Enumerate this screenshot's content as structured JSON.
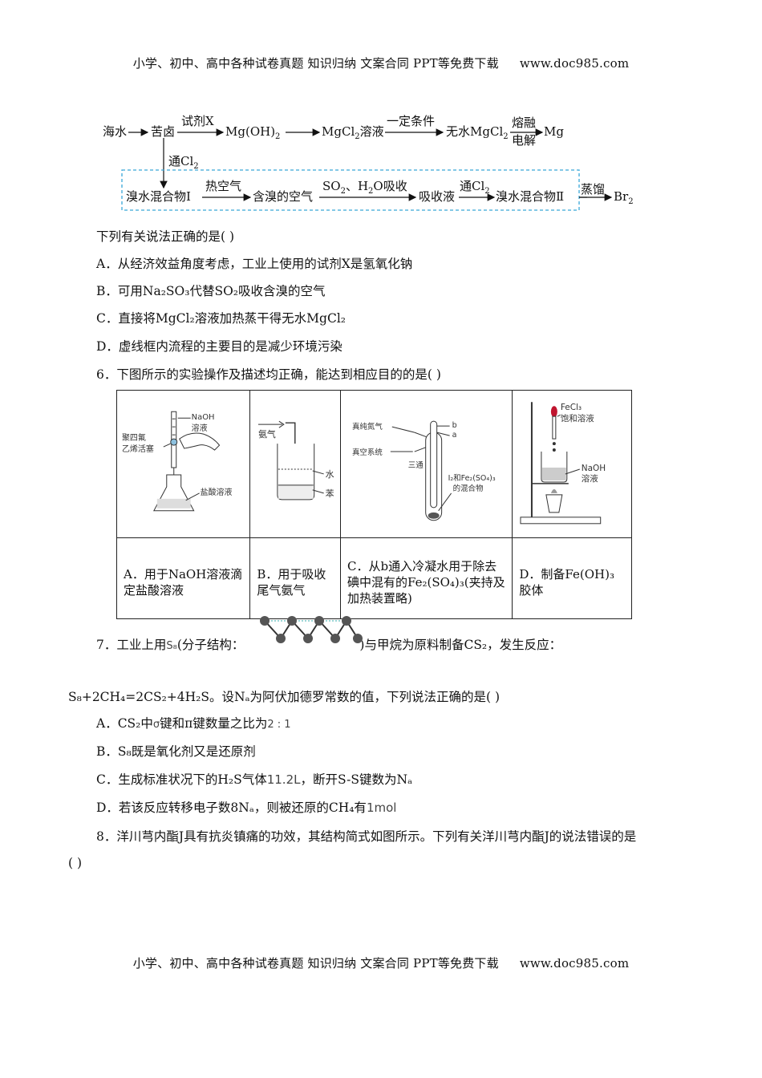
{
  "header": {
    "left": "小学、初中、高中各种试卷真题  知识归纳  文案合同  PPT等免费下载",
    "right": "www.doc985.com"
  },
  "footer": {
    "left": "小学、初中、高中各种试卷真题  知识归纳  文案合同  PPT等免费下载",
    "right": "www.doc985.com"
  },
  "flowchart": {
    "seawater": "海水",
    "bittern": "苦卤",
    "reagent_x": "试剂X",
    "mgoh2": "Mg(OH)",
    "mgoh2_sub": "2",
    "mgcl2_solution": "MgCl",
    "mgcl2_solution_sub": "2",
    "mgcl2_solution_tail": "溶液",
    "certain_conditions": "一定条件",
    "anhydrous_mgcl2": "无水MgCl",
    "anhydrous_mgcl2_sub": "2",
    "molten": "熔融",
    "electrolysis": "电解",
    "mg": "Mg",
    "pass_cl2": "通Cl",
    "pass_cl2_sub": "2",
    "bromine_mix_1": "溴水混合物Ⅰ",
    "hot_air": "热空气",
    "bromine_air": "含溴的空气",
    "so2_absorb": "SO",
    "so2_absorb_sub": "2",
    "so2_absorb_tail": "、H",
    "so2_absorb_sub2": "2",
    "so2_absorb_tail2": "O吸收",
    "absorbent": "吸收液",
    "pass_cl2_2": "通Cl",
    "pass_cl2_2_sub": "2",
    "bromine_mix_2": "溴水混合物Ⅱ",
    "distill": "蒸馏",
    "br2": "Br",
    "br2_sub": "2"
  },
  "q5": {
    "stem": "下列有关说法正确的是(    )",
    "options": [
      "A．从经济效益角度考虑，工业上使用的试剂X是氢氧化钠",
      "B．可用Na₂SO₃代替SO₂吸收含溴的空气",
      "C．直接将MgCl₂溶液加热蒸干得无水MgCl₂",
      "D．虚线框内流程的主要目的是减少环境污染"
    ]
  },
  "q6": {
    "stem": "6．下图所示的实验操作及描述均正确，能达到相应目的的是(    )",
    "figA": {
      "naoh": "NaOH",
      "solution": "溶液",
      "ptfe1": "聚四氟",
      "ptfe2": "乙烯活塞",
      "hcl": "盐酸溶液"
    },
    "figB": {
      "ammonia": "氨气",
      "water": "水",
      "benzene": "苯"
    },
    "figC": {
      "argon": "真纯氮气",
      "vacuum": "真空系统",
      "three_way": "三通",
      "b": "b",
      "a": "a",
      "mix1": "I₂和Fe₂(SO₄)₃",
      "mix2": "的混合物"
    },
    "figD": {
      "fecl3": "FeCl₃",
      "sat": "饱和溶液",
      "naoh": "NaOH",
      "solution": "溶液"
    },
    "captions": [
      "A．用于NaOH溶液滴定盐酸溶液",
      "B．用于吸收尾气氨气",
      "C．从b通入冷凝水用于除去碘中混有的Fe₂(SO₄)₃(夹持及加热装置略)",
      "D．制备Fe(OH)₃胶体"
    ]
  },
  "q7": {
    "stem_pre": "7．工业上用",
    "s8": "S₈",
    "stem_mid": "(分子结构：",
    "stem_post": ")与甲烷为原料制备CS₂，发生反应：",
    "line2": "S₈+2CH₄=2CS₂+4H₂S。设Nₐ为阿伏加德罗常数的值，下列说法正确的是(    )",
    "optA_pre": "A．CS₂中",
    "sigma": "σ",
    "optA_mid": "键和π键数量之比为",
    "ratio": "2 : 1",
    "optB": "B．S₈既是氧化剂又是还原剂",
    "optC_pre": "C．生成标准状况下的H₂S气体",
    "vol": "11.2L",
    "optC_post": "，断开S-S键数为Nₐ",
    "optD_pre": "D．若该反应转移电子数8Nₐ，则被还原的CH₄有",
    "mol": "1mol"
  },
  "q8": {
    "stem": "8．洋川芎内酯J具有抗炎镇痛的功效，其结构简式如图所示。下列有关洋川芎内酯J的说法错误的是",
    "paren": "(    )"
  }
}
